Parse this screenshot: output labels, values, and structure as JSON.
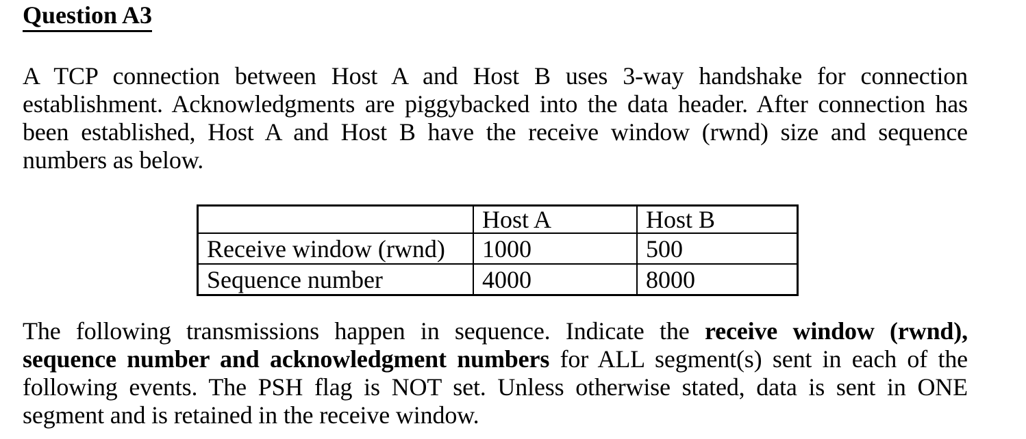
{
  "page": {
    "background_color": "#ffffff",
    "text_color": "#000000"
  },
  "title": {
    "text": "Question A3"
  },
  "paragraph1": {
    "lines": [
      "A TCP connection between Host A and Host B uses 3-way handshake for connection",
      "establishment.  Acknowledgments are piggybacked into the data header.  After connection has",
      "been established, Host A and Host B have the receive window (rwnd) size and sequence",
      "numbers as below."
    ]
  },
  "table": {
    "columns": [
      "",
      "Host A",
      "Host B"
    ],
    "rows": [
      {
        "label": "Receive window (rwnd)",
        "host_a": "1000",
        "host_b": "500"
      },
      {
        "label": "Sequence number",
        "host_a": "4000",
        "host_b": "8000"
      }
    ]
  },
  "paragraph2": {
    "lines": [
      {
        "segments": [
          {
            "text": "The following transmissions happen in sequence.  Indicate the ",
            "bold": false
          },
          {
            "text": "receive window (rwnd),",
            "bold": true
          }
        ]
      },
      {
        "segments": [
          {
            "text": "sequence number and acknowledgment numbers",
            "bold": true
          },
          {
            "text": " for ALL segment(s) sent in each of the",
            "bold": false
          }
        ]
      },
      {
        "segments": [
          {
            "text": "following events.  The PSH flag is NOT set.  Unless otherwise stated, data is sent in ONE",
            "bold": false
          }
        ]
      },
      {
        "segments": [
          {
            "text": "segment and is retained in the receive window.",
            "bold": false
          }
        ]
      }
    ]
  }
}
